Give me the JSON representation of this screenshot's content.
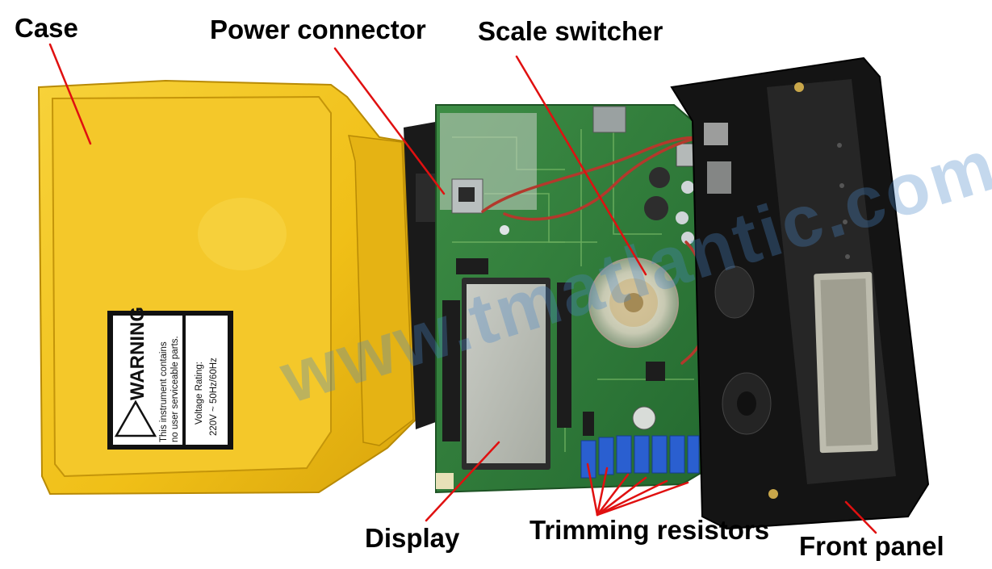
{
  "labels": {
    "case": "Case",
    "power_connector": "Power connector",
    "scale_switcher": "Scale switcher",
    "display": "Display",
    "trimming_resistors": "Trimming resistors",
    "front_panel": "Front panel"
  },
  "warning_sticker": {
    "heading": "WARNING",
    "line1": "This instrument contains",
    "line2": "no user serviceable parts.",
    "rating_label": "Voltage Rating:",
    "rating_value": "220V ~ 50Hz/60Hz"
  },
  "watermark": "www.tmatlantic.com",
  "colors": {
    "case_yellow": "#f2c21a",
    "pcb_green": "#2f7a3a",
    "panel_black": "#141414",
    "leader_red": "#e01010",
    "trimmer_blue": "#2a5fd0",
    "lcd_grey": "#b9bdb6"
  }
}
